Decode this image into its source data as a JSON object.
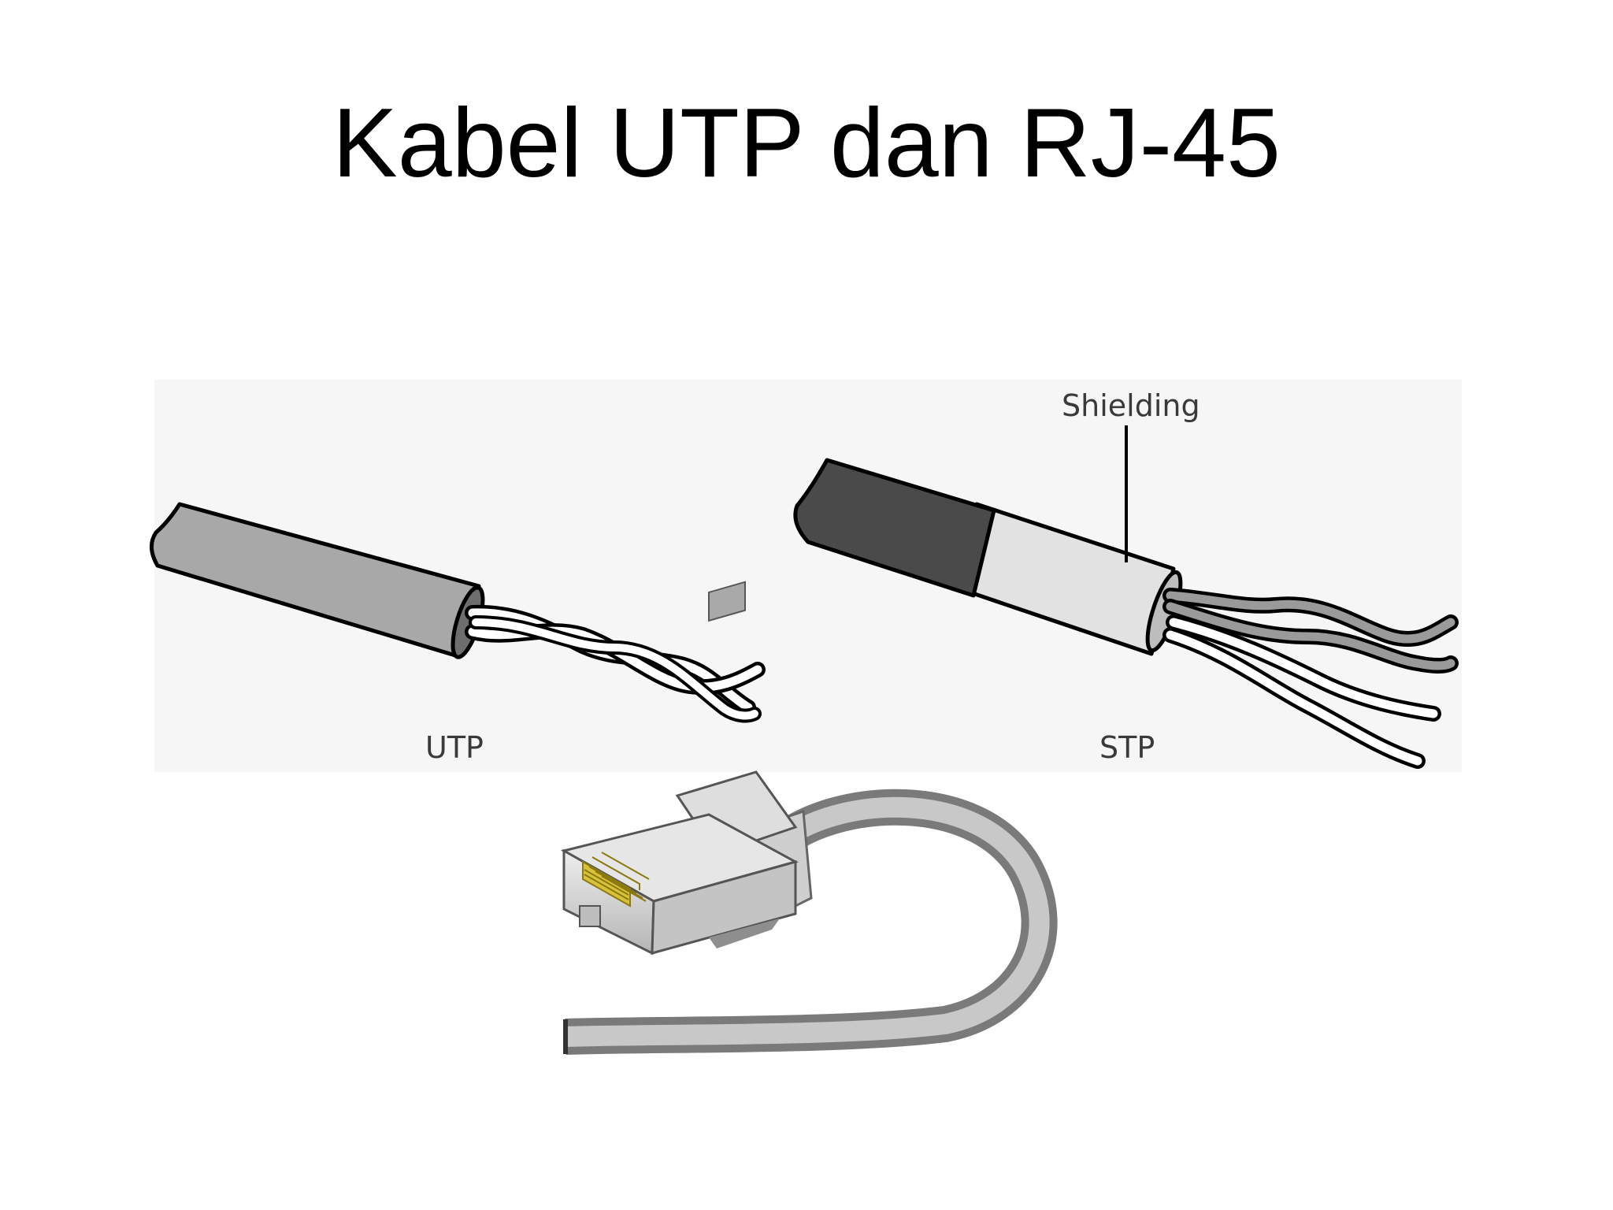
{
  "slide": {
    "title": "Kabel UTP dan RJ-45"
  },
  "diagram": {
    "utp_label": "UTP",
    "stp_label": "STP",
    "shielding_label": "Shielding"
  },
  "colors": {
    "utp_jacket": "#a8a8a8",
    "stp_jacket": "#4a4a4a",
    "shielding": "#e2e2e2",
    "connector_body": "#d6d6d6",
    "connector_pins": "#d8c23a",
    "patch_cable": "#b8b8b8",
    "panel_background": "#f6f6f6"
  }
}
